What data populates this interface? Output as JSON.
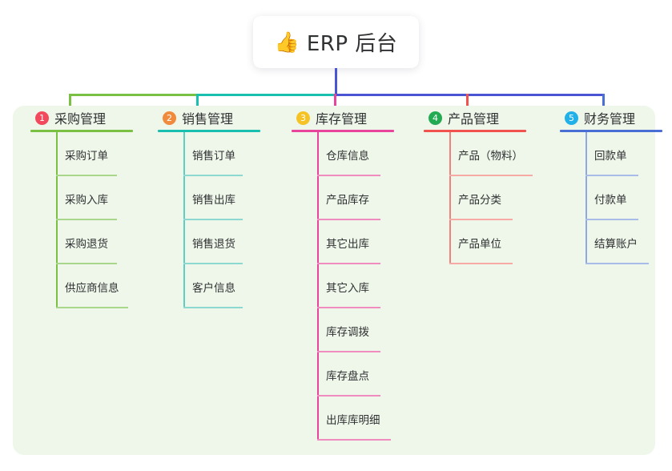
{
  "root": {
    "icon": "thumbs-up-icon",
    "emoji": "👍",
    "title": "ERP 后台"
  },
  "canvas": {
    "background": "#ffffff",
    "card_background": "#eef7ea"
  },
  "columns": [
    {
      "number": "1",
      "title": "采购管理",
      "badge_color": "#f2495c",
      "line_color": "#7ac143",
      "items": [
        {
          "label": "采购订单"
        },
        {
          "label": "采购入库"
        },
        {
          "label": "采购退货"
        },
        {
          "label": "供应商信息"
        }
      ]
    },
    {
      "number": "2",
      "title": "销售管理",
      "badge_color": "#f08a3c",
      "line_color": "#19c0b0",
      "items": [
        {
          "label": "销售订单"
        },
        {
          "label": "销售出库"
        },
        {
          "label": "销售退货"
        },
        {
          "label": "客户信息"
        }
      ]
    },
    {
      "number": "3",
      "title": "库存管理",
      "badge_color": "#f5c325",
      "line_color": "#e8449b",
      "items": [
        {
          "label": "仓库信息"
        },
        {
          "label": "产品库存"
        },
        {
          "label": "其它出库"
        },
        {
          "label": "其它入库"
        },
        {
          "label": "库存调拨"
        },
        {
          "label": "库存盘点"
        },
        {
          "label": "出库库明细"
        }
      ]
    },
    {
      "number": "4",
      "title": "产品管理",
      "badge_color": "#22ab52",
      "line_color": "#f2524e",
      "items": [
        {
          "label": "产品（物料）"
        },
        {
          "label": "产品分类"
        },
        {
          "label": "产品单位"
        }
      ]
    },
    {
      "number": "5",
      "title": "财务管理",
      "badge_color": "#22b0e8",
      "line_color": "#4a6fd4",
      "items": [
        {
          "label": "回款单"
        },
        {
          "label": "付款单"
        },
        {
          "label": "结算账户"
        }
      ]
    }
  ],
  "connectors": {
    "root_stem_color": "#4a55d4",
    "segments": [
      {
        "color": "#7ac143"
      },
      {
        "color": "#19c0b0"
      },
      {
        "color": "#4a55d4"
      },
      {
        "color": "#4a55d4"
      }
    ]
  }
}
